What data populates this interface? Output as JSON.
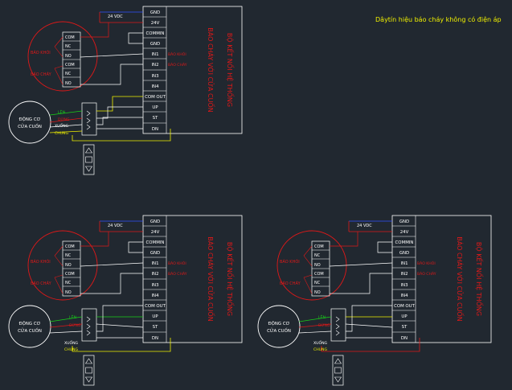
{
  "note": "Dâytín hiệu báo cháy không có điện áp",
  "terminals": [
    "GND",
    "24V",
    "COMMIN",
    "GND",
    "IN1",
    "IN2",
    "IN3",
    "IN4",
    "COM OUT",
    "UP",
    "ST",
    "DN"
  ],
  "relay_terms": [
    "COM",
    "NC",
    "NO",
    "COM",
    "NC",
    "NO"
  ],
  "signal_labels": {
    "bao_khoi": "BÁO KHÓI",
    "bao_chay": "BÁO CHÁY"
  },
  "supply_label": "24 VDC",
  "box_title_1": "BỘ KẾT NỐI HỆ THỐNG",
  "box_title_2": "BÁO CHÁY VỚI CỬA CUỐN",
  "motor_label_1": "ĐỘNG CƠ",
  "motor_label_2": "CỬA CUỐN",
  "motor_wires": [
    "LÊN",
    "DỪNG",
    "XUỐNG",
    "CHUNG"
  ],
  "colors": {
    "background": "#212830",
    "red": "#e01818",
    "white": "#ffffff",
    "yellow": "#f0f000",
    "green": "#18d018",
    "blue": "#3050ff"
  }
}
